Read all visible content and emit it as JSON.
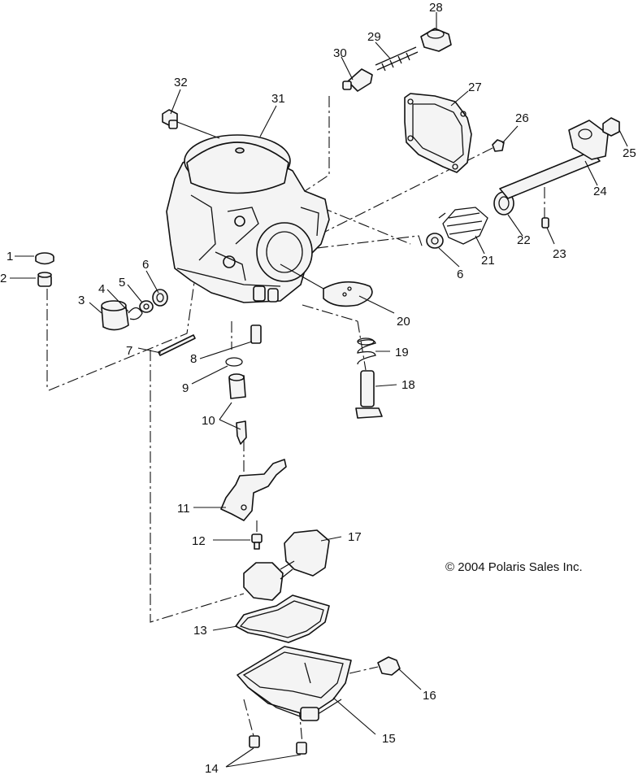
{
  "callouts": [
    "1",
    "2",
    "3",
    "4",
    "5",
    "6",
    "7",
    "8",
    "9",
    "10",
    "11",
    "12",
    "13",
    "14",
    "15",
    "16",
    "17",
    "18",
    "19",
    "20",
    "21",
    "22",
    "23",
    "24",
    "25",
    "26",
    "27",
    "28",
    "29",
    "30",
    "31",
    "32"
  ],
  "callout_6_second": "6",
  "copyright": "© 2004 Polaris Sales Inc."
}
